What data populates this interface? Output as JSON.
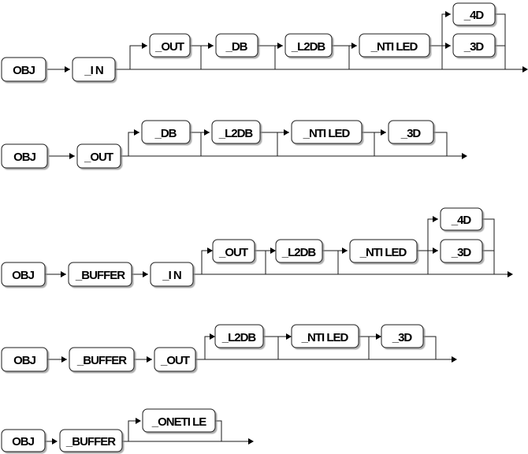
{
  "rows": [
    {
      "name": "row1",
      "tokens": [
        "OBJ",
        "_I N"
      ],
      "optional": [
        "_OUT",
        "_DB",
        "_L2DB",
        "_NTI LED"
      ],
      "choice": [
        "_4D",
        "_3D"
      ]
    },
    {
      "name": "row2",
      "tokens": [
        "OBJ",
        "_OUT"
      ],
      "optional": [
        "_DB",
        "_L2DB",
        "_NTI LED",
        "_3D"
      ],
      "choice": []
    },
    {
      "name": "row3",
      "tokens": [
        "OBJ",
        "_BUFFER",
        "_I N"
      ],
      "optional": [
        "_OUT",
        "_L2DB",
        "_NTI LED"
      ],
      "choice": [
        "_4D",
        "_3D"
      ]
    },
    {
      "name": "row4",
      "tokens": [
        "OBJ",
        "_BUFFER",
        "_OUT"
      ],
      "optional": [
        "_L2DB",
        "_NTI LED",
        "_3D"
      ],
      "choice": []
    },
    {
      "name": "row5",
      "tokens": [
        "OBJ",
        "_BUFFER"
      ],
      "optional": [
        "_ONETI LE"
      ],
      "choice": []
    }
  ]
}
